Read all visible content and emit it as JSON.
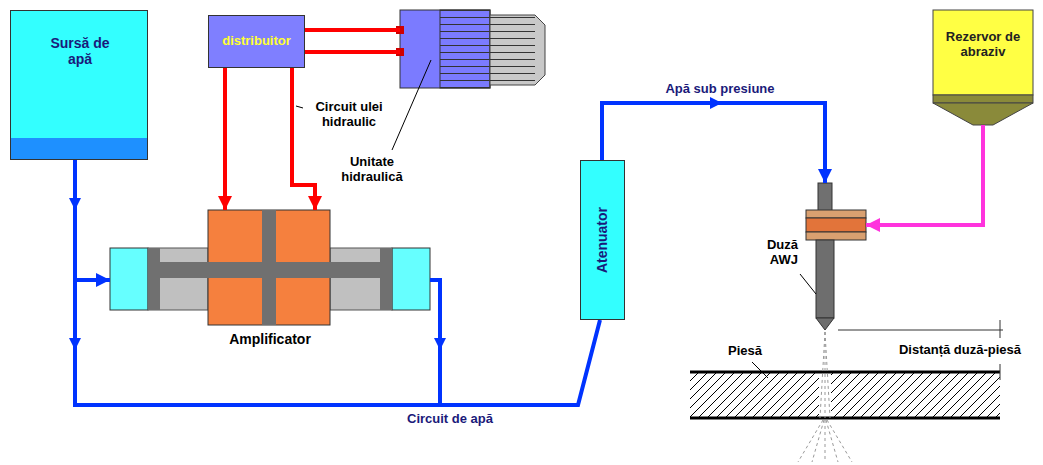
{
  "diagram": {
    "nodes": [
      {
        "text": [
          "Sursă de apă"
        ]
      },
      {
        "text": [
          "distribuitor"
        ]
      },
      {
        "text": [
          "Unitate hidraulică"
        ]
      },
      {
        "text": [
          "Amplificator"
        ]
      },
      {
        "text": [
          "Atenuator"
        ]
      },
      {
        "text": [
          "Rezervor de abraziv"
        ]
      },
      {
        "text": [
          "Duză AWJ"
        ]
      },
      {
        "text": [
          "Piesă"
        ]
      }
    ],
    "edges": [
      {
        "from": 1,
        "to": 2,
        "arrow": "none"
      },
      {
        "from": 1,
        "to": 2,
        "arrow": "none"
      },
      {
        "from": 1,
        "to": 3,
        "arrow": "to"
      },
      {
        "from": 1,
        "to": 3,
        "arrow": "to"
      },
      {
        "from": 0,
        "to": 3,
        "arrow": "to"
      },
      {
        "from": 3,
        "to": 4,
        "arrow": "none"
      },
      {
        "from": 4,
        "to": 6,
        "label": "Apă sub presiune",
        "arrow": "to"
      },
      {
        "from": 5,
        "to": 6,
        "arrow": "to"
      }
    ],
    "labels": [
      "Circuit ulei hidraulic",
      "Circuit de apă",
      "Distanță duză-piesă"
    ]
  }
}
